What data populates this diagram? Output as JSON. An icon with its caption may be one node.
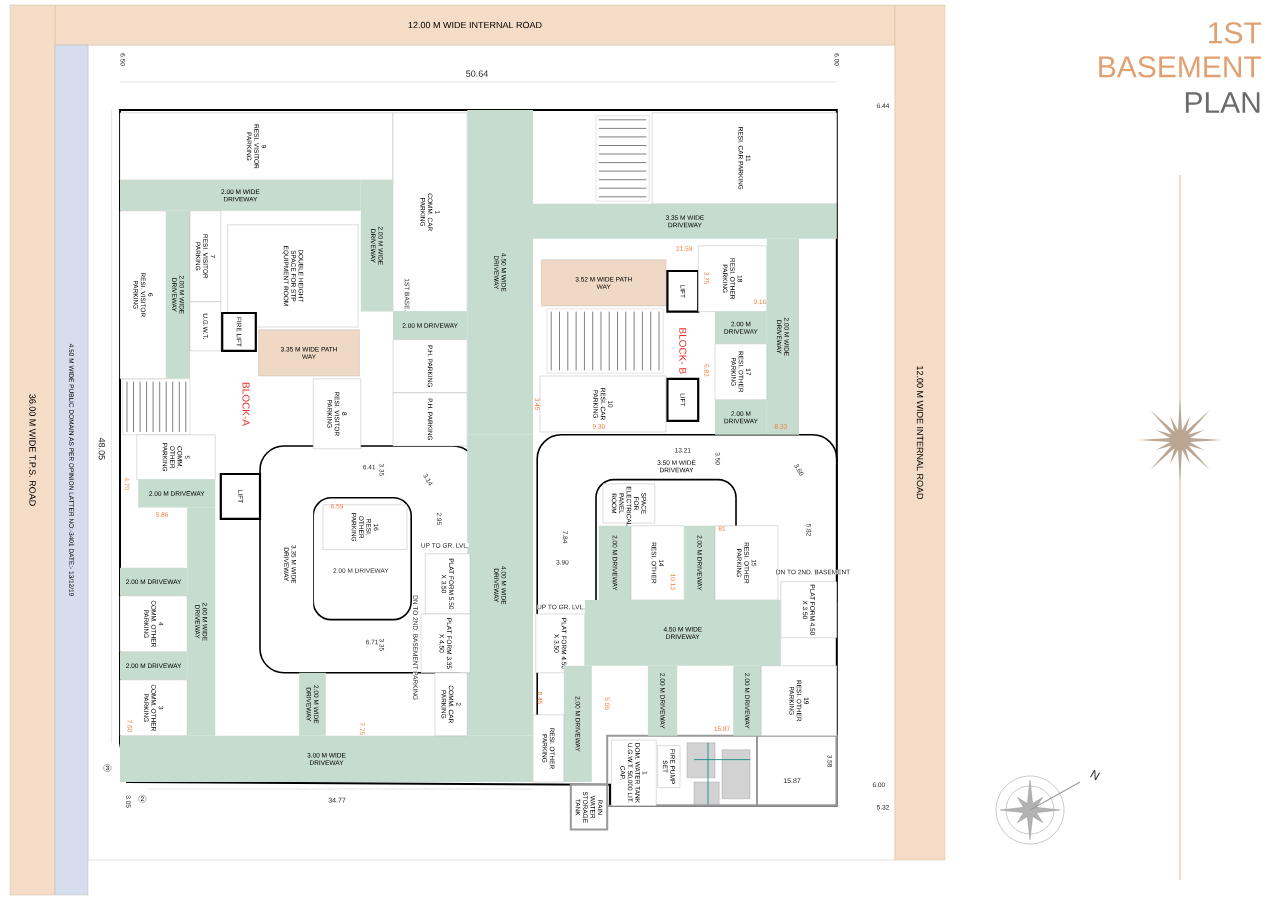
{
  "diagram": {
    "title": "1ST BASEMENT",
    "nodes": [
      {
        "text": [
          "12.00 M WIDE INTERNAL ROAD"
        ]
      },
      {
        "text": [
          "36.00 M WIDE T.P.S. ROAD"
        ]
      },
      {
        "text": [
          "12.00 M WIDE INTERNAL ROAD"
        ]
      },
      {
        "text": [
          "4.50 M WIDE PUBLIC DOMAIN AS PER OPINION LATTER NO:-3401 DATE:- 13/12/19"
        ]
      },
      {
        "text": [
          "9",
          "RESI. VISITOR PARKING"
        ]
      },
      {
        "text": [
          "1",
          "COMM. CAR PARKING"
        ]
      },
      {
        "text": [
          "2.00 M WIDE DRIVEWAY"
        ]
      },
      {
        "text": [
          "2.00 M WIDE DRIVEWAY"
        ]
      },
      {
        "text": [
          "6",
          "RESI. VISITOR PARKING"
        ]
      },
      {
        "text": [
          "2.00 M WIDE DRIVEWAY"
        ]
      },
      {
        "text": [
          "7",
          "RESI. VISITOR PARKING"
        ]
      },
      {
        "text": [
          "DOUBLE HEIGHT SPACE FOR STP EQUIPMENT ROOM"
        ]
      },
      {
        "text": [
          "U.G.W.T."
        ]
      },
      {
        "text": [
          "FIRE LIFT"
        ]
      },
      {
        "text": [
          "3.35 M WIDE PATH WAY"
        ]
      },
      {
        "text": [
          "8",
          "RESI. VISITOR PARKING"
        ]
      },
      {
        "text": [
          "2.00 M DRIVEWAY"
        ]
      },
      {
        "text": [
          "P.H. PARKING"
        ]
      },
      {
        "text": [
          "P.H. PARKING"
        ]
      },
      {
        "text": [
          "4.50 M WIDE DRIVEWAY"
        ]
      },
      {
        "text": [
          "11",
          "RESI. CAR PARKING"
        ]
      },
      {
        "text": [
          "3.35 M WIDE DRIVEWAY"
        ]
      },
      {
        "text": [
          "3.52 M WIDE PATH WAY"
        ]
      },
      {
        "text": [
          "LIFT"
        ]
      },
      {
        "text": [
          "18",
          "RESI. OTHER PARKING"
        ]
      },
      {
        "text": [
          "2.00 M WIDE DRIVEWAY"
        ]
      },
      {
        "text": [
          "2.00 M DRIVEWAY"
        ]
      },
      {
        "text": [
          "17",
          "RESI. OTHER PARKING"
        ]
      },
      {
        "text": [
          "2.00 M DRIVEWAY"
        ]
      },
      {
        "text": [
          "LIFT"
        ]
      },
      {
        "text": [
          "10",
          "RESI. CAR PARKING"
        ]
      },
      {
        "text": [
          "SPACE FOR ELECTRICAL PANEL ROOM"
        ]
      },
      {
        "text": [
          "2.00 M DRIVEWAY"
        ]
      },
      {
        "text": [
          "14",
          "RESI. OTHER"
        ]
      },
      {
        "text": [
          "2.00 M DRIVEWAY"
        ]
      },
      {
        "text": [
          "15",
          "RESI. OTHER PARKING"
        ]
      },
      {
        "text": [
          "PLAT FORM 4.50 X 3.50"
        ]
      },
      {
        "text": [
          "PLAT FORM 4.50 X 3.50"
        ]
      },
      {
        "text": [
          "4.50 M WIDE DRIVEWAY"
        ]
      },
      {
        "text": [
          "2.00 M DRIVEWAY"
        ]
      },
      {
        "text": [
          "2.00 M DRIVEWAY"
        ]
      },
      {
        "text": [
          "2.00 M DRIVEWAY"
        ]
      },
      {
        "text": [
          "19",
          "RESI. OTHER PARKING"
        ]
      },
      {
        "text": [
          "RESI. OTHER PARKING"
        ]
      },
      {
        "text": [
          "1",
          "DOM. WATER TANK U.G.W.T. 50,000 LIT. CAP."
        ]
      },
      {
        "text": [
          "FIRE PUMP SET"
        ]
      },
      {
        "text": [
          "RAIN WATER STORAGE TANK"
        ]
      },
      {
        "text": [
          "5",
          "COMM. OTHER PARKING"
        ]
      },
      {
        "text": [
          "2.00 M DRIVEWAY"
        ]
      },
      {
        "text": [
          "2.00 M WIDE DRIVEWAY"
        ]
      },
      {
        "text": [
          "2.00 M DRIVEWAY"
        ]
      },
      {
        "text": [
          "4",
          "COMM. OTHER PARKING"
        ]
      },
      {
        "text": [
          "2.00 M DRIVEWAY"
        ]
      },
      {
        "text": [
          "3",
          "COMM. OTHER PARKING"
        ]
      },
      {
        "text": [
          "LIFT"
        ]
      },
      {
        "text": [
          "2.00 M WIDE DRIVEWAY"
        ]
      },
      {
        "text": [
          "3.00 M WIDE DRIVEWAY"
        ]
      },
      {
        "text": [
          "4.00 M WIDE DRIVEWAY"
        ]
      },
      {
        "text": [
          "16",
          "RESI. OTHER PARKING"
        ]
      },
      {
        "text": [
          "PLAT FORM 5.50 X 3.50"
        ]
      },
      {
        "text": [
          "PLAT FORM 3.35 X 4.50"
        ]
      },
      {
        "text": [
          "2",
          "COMM. CAR PARKING"
        ]
      },
      {
        "text": [
          "3.35 M WIDE DRIVEWAY"
        ]
      },
      {
        "text": [
          "3.50 M WIDE DRIVEWAY"
        ]
      }
    ],
    "labels": [
      "PLAN",
      "BLOCK-A",
      "BLOCK- B",
      "1ST BASE.",
      "UP TO GR. LVL.",
      "DN TO 2ND. BASEMENT PARKING",
      "2.00 M DRIVEWAY",
      "UP TO GR. LVL.",
      "DN TO 2ND. BASEMENT",
      "50.64",
      "48.05",
      "34.77",
      "6.50",
      "6.00",
      "6.44",
      "3",
      "3.05",
      "2",
      "6.00",
      "5.32",
      "15.87",
      "3.58",
      "6.41",
      "3.35",
      "3.14",
      "2.95",
      "6.71",
      "3.35",
      "13.21",
      "3.50",
      "3.60",
      "7.84",
      "3.90",
      "5.82",
      "4.70",
      "5.86",
      "7.60",
      "6.59",
      "7.75",
      "21.59",
      "3.75",
      "9.16",
      "6.82",
      "3.45",
      "9.30",
      "8.33",
      "81",
      "10.13",
      "5.06",
      "8.45",
      "15.87",
      "N"
    ]
  }
}
